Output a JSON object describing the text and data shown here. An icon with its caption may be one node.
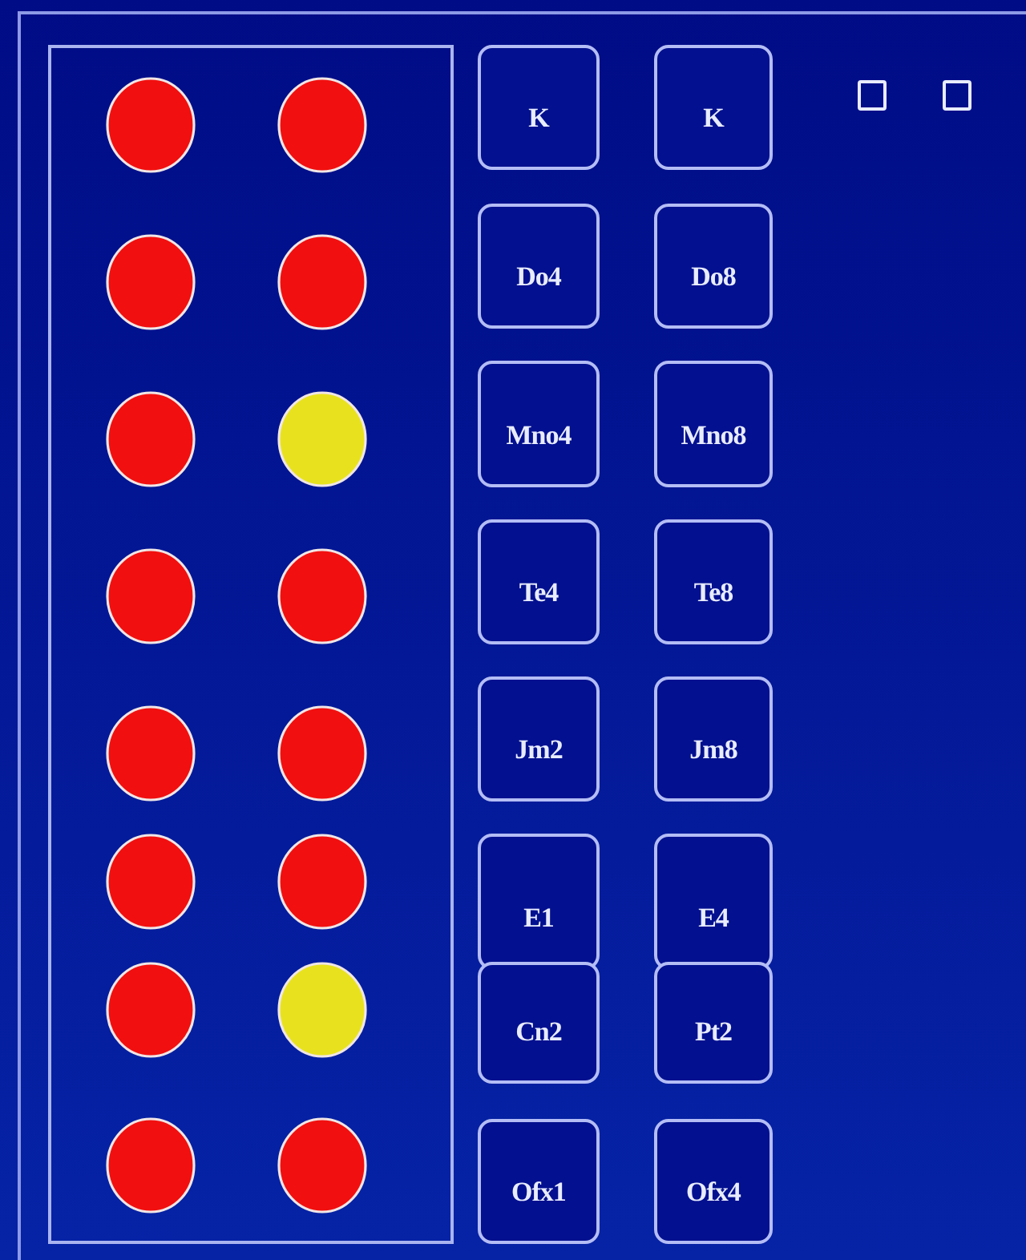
{
  "diagram": {
    "nodes": [
      {
        "text": [],
        "shape": "box"
      },
      {
        "text": [],
        "shape": "circle",
        "in": 0
      },
      {
        "text": [],
        "shape": "circle",
        "in": 0
      },
      {
        "text": [],
        "shape": "circle",
        "in": 0
      },
      {
        "text": [],
        "shape": "circle",
        "in": 0
      },
      {
        "text": [],
        "shape": "circle",
        "in": 0
      },
      {
        "text": [],
        "shape": "circle",
        "in": 0
      },
      {
        "text": [],
        "shape": "circle",
        "in": 0
      },
      {
        "text": [],
        "shape": "circle",
        "in": 0
      },
      {
        "text": [],
        "shape": "circle",
        "in": 0
      },
      {
        "text": [],
        "shape": "circle",
        "in": 0
      },
      {
        "text": [],
        "shape": "circle",
        "in": 0
      },
      {
        "text": [],
        "shape": "circle",
        "in": 0
      },
      {
        "text": [],
        "shape": "circle",
        "in": 0
      },
      {
        "text": [],
        "shape": "circle",
        "in": 0
      },
      {
        "text": [],
        "shape": "circle",
        "in": 0
      },
      {
        "text": [],
        "shape": "circle",
        "in": 0
      },
      {
        "text": [
          "K"
        ]
      },
      {
        "text": [
          "K"
        ]
      },
      {
        "text": [
          "Do4"
        ]
      },
      {
        "text": [
          "Do8"
        ]
      },
      {
        "text": [
          "Mno4"
        ]
      },
      {
        "text": [
          "Mno8"
        ]
      },
      {
        "text": [
          "Te4"
        ]
      },
      {
        "text": [
          "Te8"
        ]
      },
      {
        "text": [
          "Jm2"
        ]
      },
      {
        "text": [
          "Jm8"
        ]
      },
      {
        "text": [
          "E1"
        ]
      },
      {
        "text": [
          "E4"
        ]
      },
      {
        "text": [
          "Cn2"
        ]
      },
      {
        "text": [
          "Pt2"
        ]
      },
      {
        "text": [
          "Ofx1"
        ]
      },
      {
        "text": [
          "Ofx4"
        ]
      },
      {
        "text": [],
        "shape": "box"
      },
      {
        "text": [],
        "shape": "box"
      }
    ]
  }
}
